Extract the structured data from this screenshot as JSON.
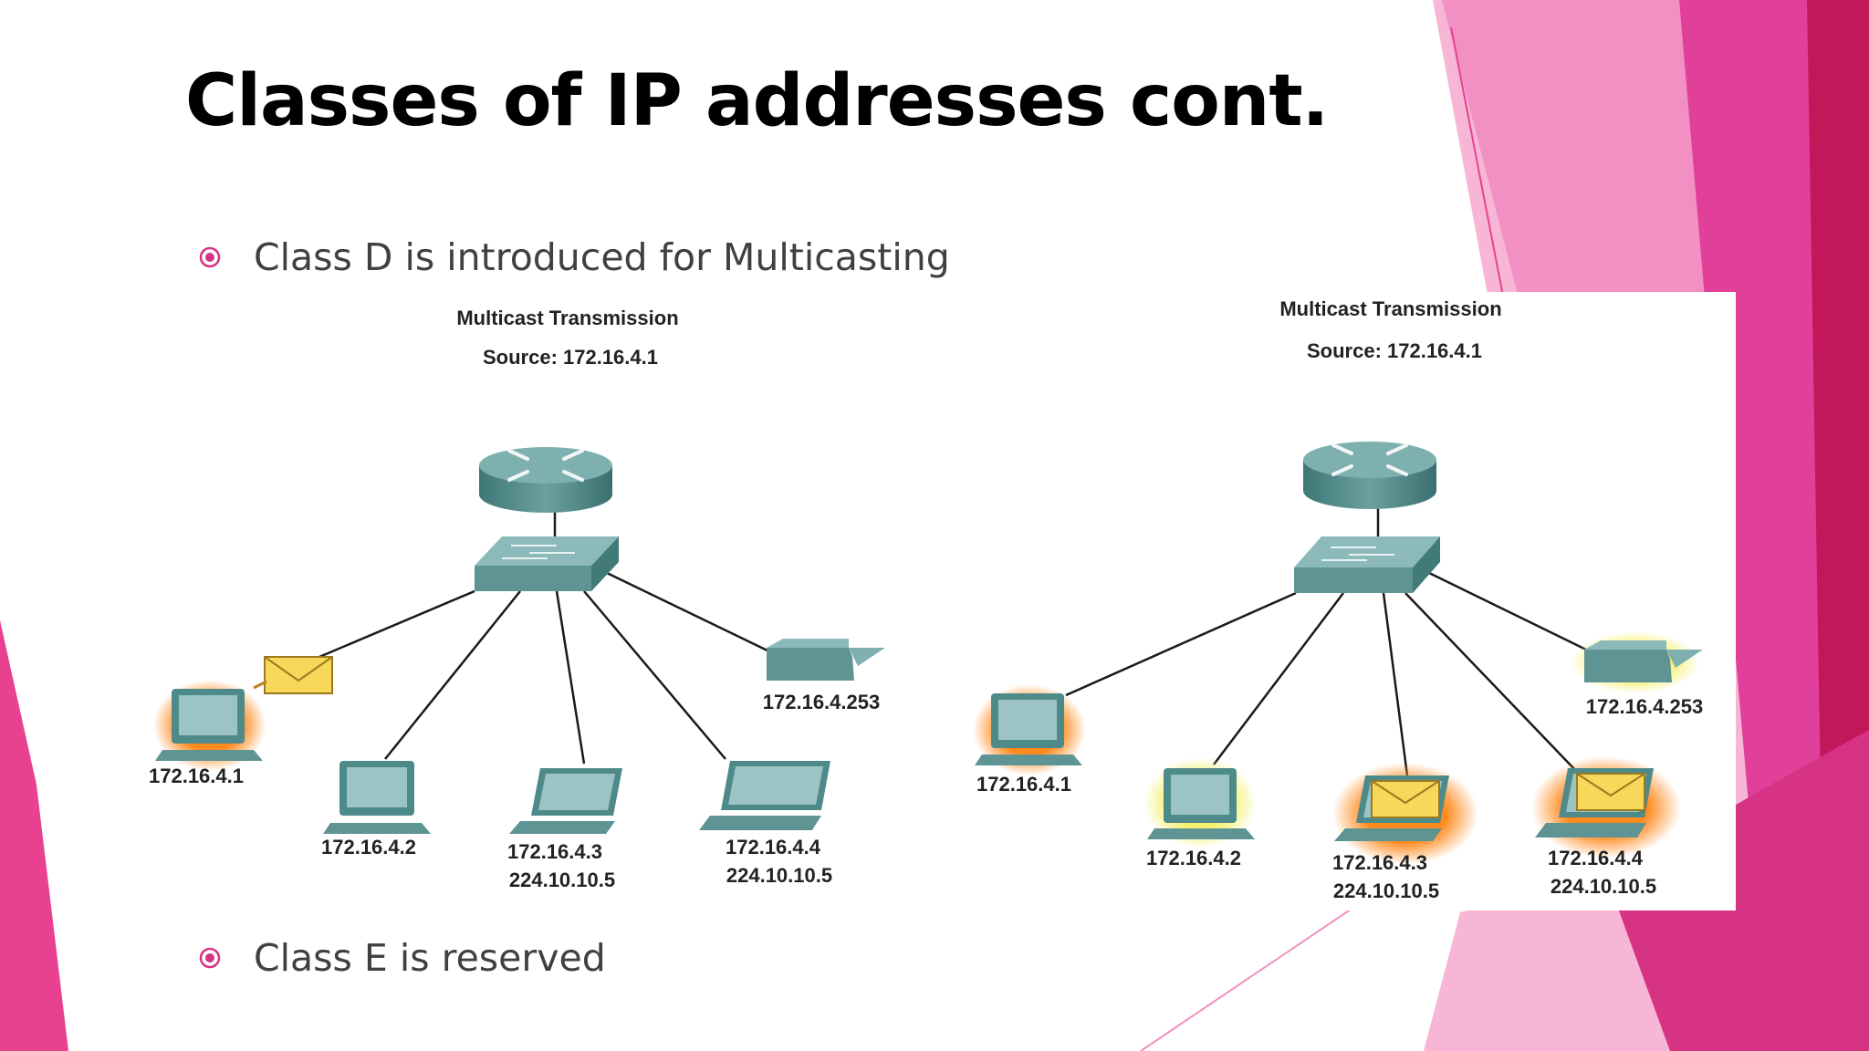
{
  "slide": {
    "title": "Classes of IP addresses cont.",
    "bullets": [
      "Class D is introduced for Multicasting",
      "Class E is reserved"
    ],
    "accent_color": "#d63384",
    "deco_colors": [
      "#e8418f",
      "#f28fc3",
      "#c2185b",
      "#f7b6d6"
    ]
  },
  "diagrams": [
    {
      "heading": "Multicast Transmission",
      "source": "Source: 172.16.4.1",
      "hosts": [
        {
          "ip": "172.16.4.1",
          "group": "",
          "kind": "pc",
          "highlight": "orange",
          "envelope": true
        },
        {
          "ip": "172.16.4.2",
          "group": "",
          "kind": "pc",
          "highlight": "none",
          "envelope": false
        },
        {
          "ip": "172.16.4.3",
          "group": "224.10.10.5",
          "kind": "laptop",
          "highlight": "none",
          "envelope": false
        },
        {
          "ip": "172.16.4.4",
          "group": "224.10.10.5",
          "kind": "laptop",
          "highlight": "none",
          "envelope": false
        },
        {
          "ip": "172.16.4.253",
          "group": "",
          "kind": "printer",
          "highlight": "none",
          "envelope": false
        }
      ]
    },
    {
      "heading": "Multicast Transmission",
      "source": "Source: 172.16.4.1",
      "hosts": [
        {
          "ip": "172.16.4.1",
          "group": "",
          "kind": "pc",
          "highlight": "orange",
          "envelope": false
        },
        {
          "ip": "172.16.4.2",
          "group": "",
          "kind": "pc",
          "highlight": "yellow",
          "envelope": false
        },
        {
          "ip": "172.16.4.3",
          "group": "224.10.10.5",
          "kind": "laptop",
          "highlight": "orange",
          "envelope": true
        },
        {
          "ip": "172.16.4.4",
          "group": "224.10.10.5",
          "kind": "laptop",
          "highlight": "orange",
          "envelope": true
        },
        {
          "ip": "172.16.4.253",
          "group": "",
          "kind": "printer",
          "highlight": "yellow",
          "envelope": false
        }
      ]
    }
  ]
}
